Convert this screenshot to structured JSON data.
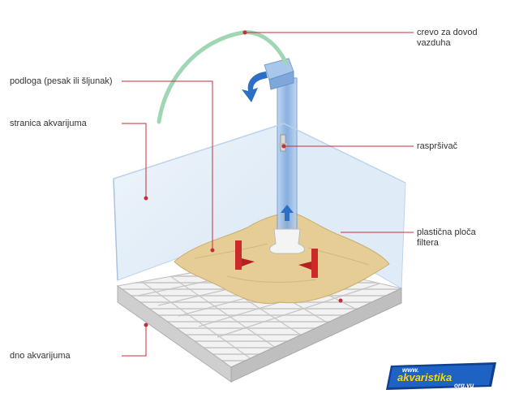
{
  "diagram": {
    "labels": {
      "hose": "crevo za dovod",
      "hose_line2": "vazduha",
      "substrate": "podloga (pesak ili šljunak)",
      "side_wall": "stranica akvarijuma",
      "diffuser": "raspršivač",
      "filter_plate": "plastična ploča",
      "filter_plate_line2": "filtera",
      "bottom": "dno akvarijuma"
    },
    "colors": {
      "leader_line": "#c0303a",
      "sand": "#e6cd95",
      "tube": "#8fb7e3",
      "air_hose": "#9fd6b4",
      "glass": "#d9e9f7",
      "filter_plate": "#dcdcdc",
      "flow_arrow": "#cc2a2a"
    },
    "logo": {
      "line1": "www.",
      "line2": "akvaristika",
      "line3": "org.yu"
    }
  }
}
